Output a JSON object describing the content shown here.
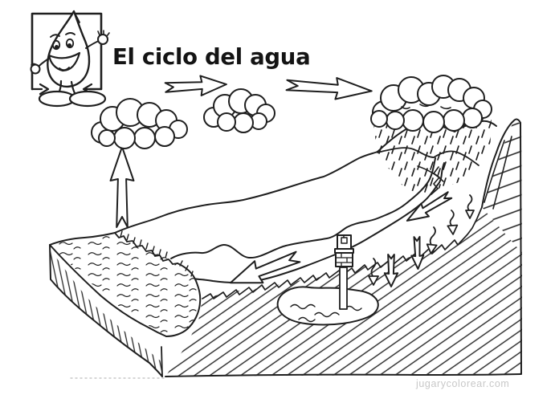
{
  "header": {
    "title": "El ciclo del agua"
  },
  "watermark": {
    "text": "jugarycolorear.com",
    "color": "#c8c8c8"
  },
  "colors": {
    "background": "#ffffff",
    "ink": "#1f1f1f"
  },
  "diagram": {
    "type": "coloring-page line drawing",
    "icons": [
      "water-drop-mascot-icon",
      "cloud-icon",
      "rain-cloud-icon",
      "right-arrow-icon",
      "up-arrow-icon",
      "down-left-arrow-icon",
      "down-arrow-icon",
      "sea-icon",
      "mountains-icon",
      "river-icon",
      "well-icon",
      "aquifer-icon"
    ]
  }
}
